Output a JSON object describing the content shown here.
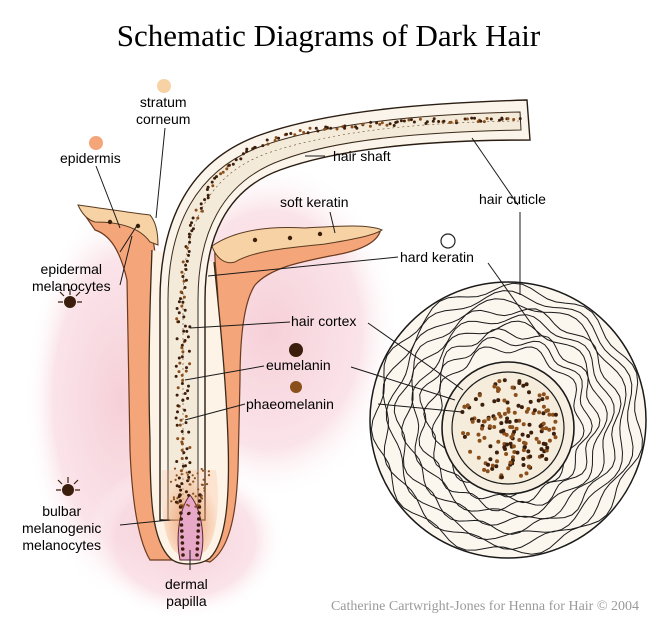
{
  "title": "Schematic Diagrams of Dark Hair",
  "labels": {
    "stratum_line1": "stratum",
    "stratum_line2": "corneum",
    "epidermis": "epidermis",
    "hair_shaft": "hair shaft",
    "hair_cuticle": "hair cuticle",
    "soft_keratin": "soft keratin",
    "epidermal_line1": "epidermal",
    "epidermal_line2": "melanocytes",
    "hard_keratin": "hard keratin",
    "hair_cortex": "hair cortex",
    "eumelanin": "eumelanin",
    "phaeomelanin": "phaeomelanin",
    "bulbar_line1": "bulbar",
    "bulbar_line2": "melanogenic",
    "bulbar_line3": "melanocytes",
    "dermal_line1": "dermal",
    "dermal_line2": "papilla"
  },
  "credit": "Catherine Cartwright-Jones for Henna for Hair © 2004",
  "colors": {
    "skin_pink": "#f6cdd6",
    "epidermis": "#f5a57a",
    "stratum": "#f6d2a4",
    "papilla": "#e8a8c8",
    "eumelanin": "#3b1f0c",
    "phaeomelanin": "#8a4f1b",
    "keratin_swatch": "#ffffff"
  }
}
